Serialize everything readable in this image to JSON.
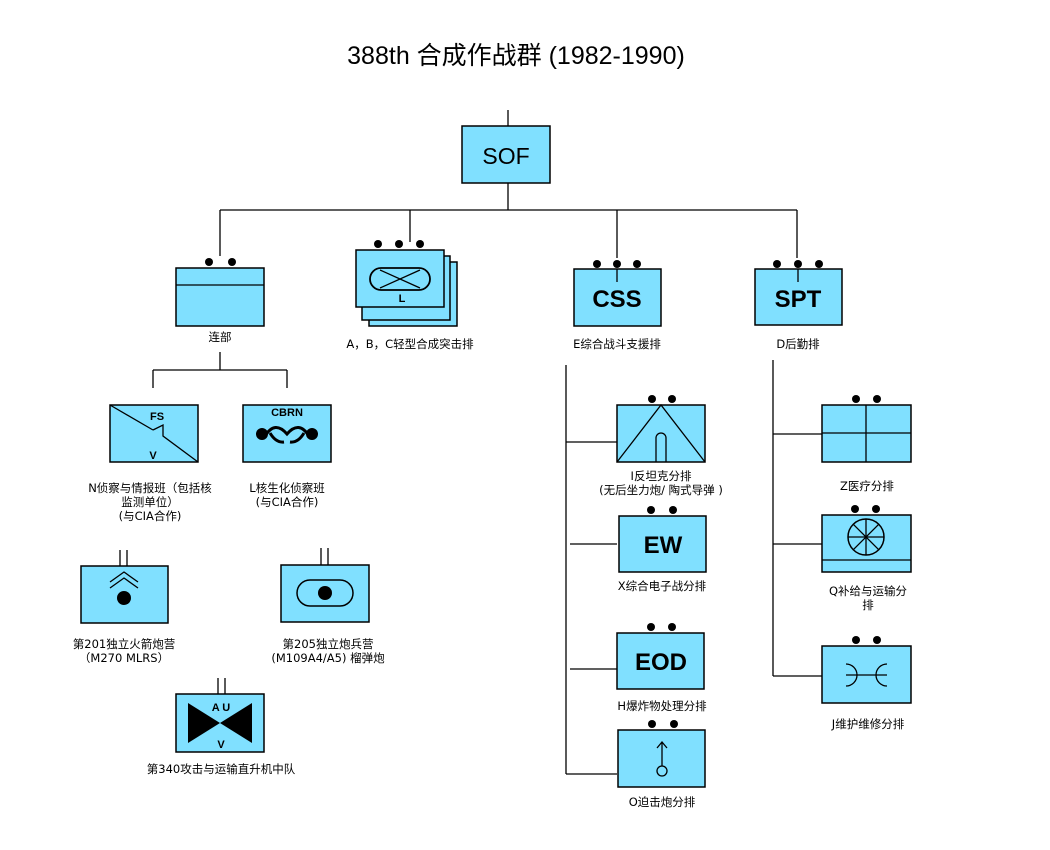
{
  "title": "388th 合成作战群 (1982-1990)",
  "hq": {
    "code": "SOF"
  },
  "units": {
    "company_hq": {
      "lines": [
        "连部"
      ]
    },
    "assault": {
      "lines": [
        "A，B，C轻型合成突击排"
      ],
      "mod": "L"
    },
    "css": {
      "code": "CSS",
      "lines": [
        "E综合战斗支援排"
      ]
    },
    "spt": {
      "code": "SPT",
      "lines": [
        "D后勤排"
      ]
    },
    "recon": {
      "lines": [
        "N侦察与情报班（包括核",
        "监测单位）",
        "(与CIA合作)"
      ],
      "mod_top": "FS",
      "mod_bottom": "V"
    },
    "cbrn": {
      "lines": [
        "L核生化侦察班",
        "(与CIA合作)"
      ],
      "mod_top": "CBRN"
    },
    "mlrs": {
      "lines": [
        "第201独立火箭炮营",
        "（M270 MLRS）"
      ]
    },
    "artillery": {
      "lines": [
        "第205独立炮兵营",
        "(M109A4/A5) 榴弹炮"
      ]
    },
    "heli": {
      "lines": [
        "第340攻击与运输直升机中队"
      ],
      "mod_top": "A U",
      "mod_bottom": "V"
    },
    "antitank": {
      "lines": [
        "I反坦克分排",
        "(无后坐力炮/ 陶式导弹 )"
      ]
    },
    "ew": {
      "code": "EW",
      "lines": [
        "X综合电子战分排"
      ]
    },
    "eod": {
      "code": "EOD",
      "lines": [
        "H爆炸物处理分排"
      ]
    },
    "mortar": {
      "lines": [
        "O迫击炮分排"
      ]
    },
    "medical": {
      "lines": [
        "Z医疗分排"
      ]
    },
    "supply": {
      "lines": [
        "Q补给与运输分",
        "排"
      ]
    },
    "maint": {
      "lines": [
        "J维护维修分排"
      ]
    }
  },
  "colors": {
    "fill": "#80E0FF",
    "stroke": "#000000"
  }
}
